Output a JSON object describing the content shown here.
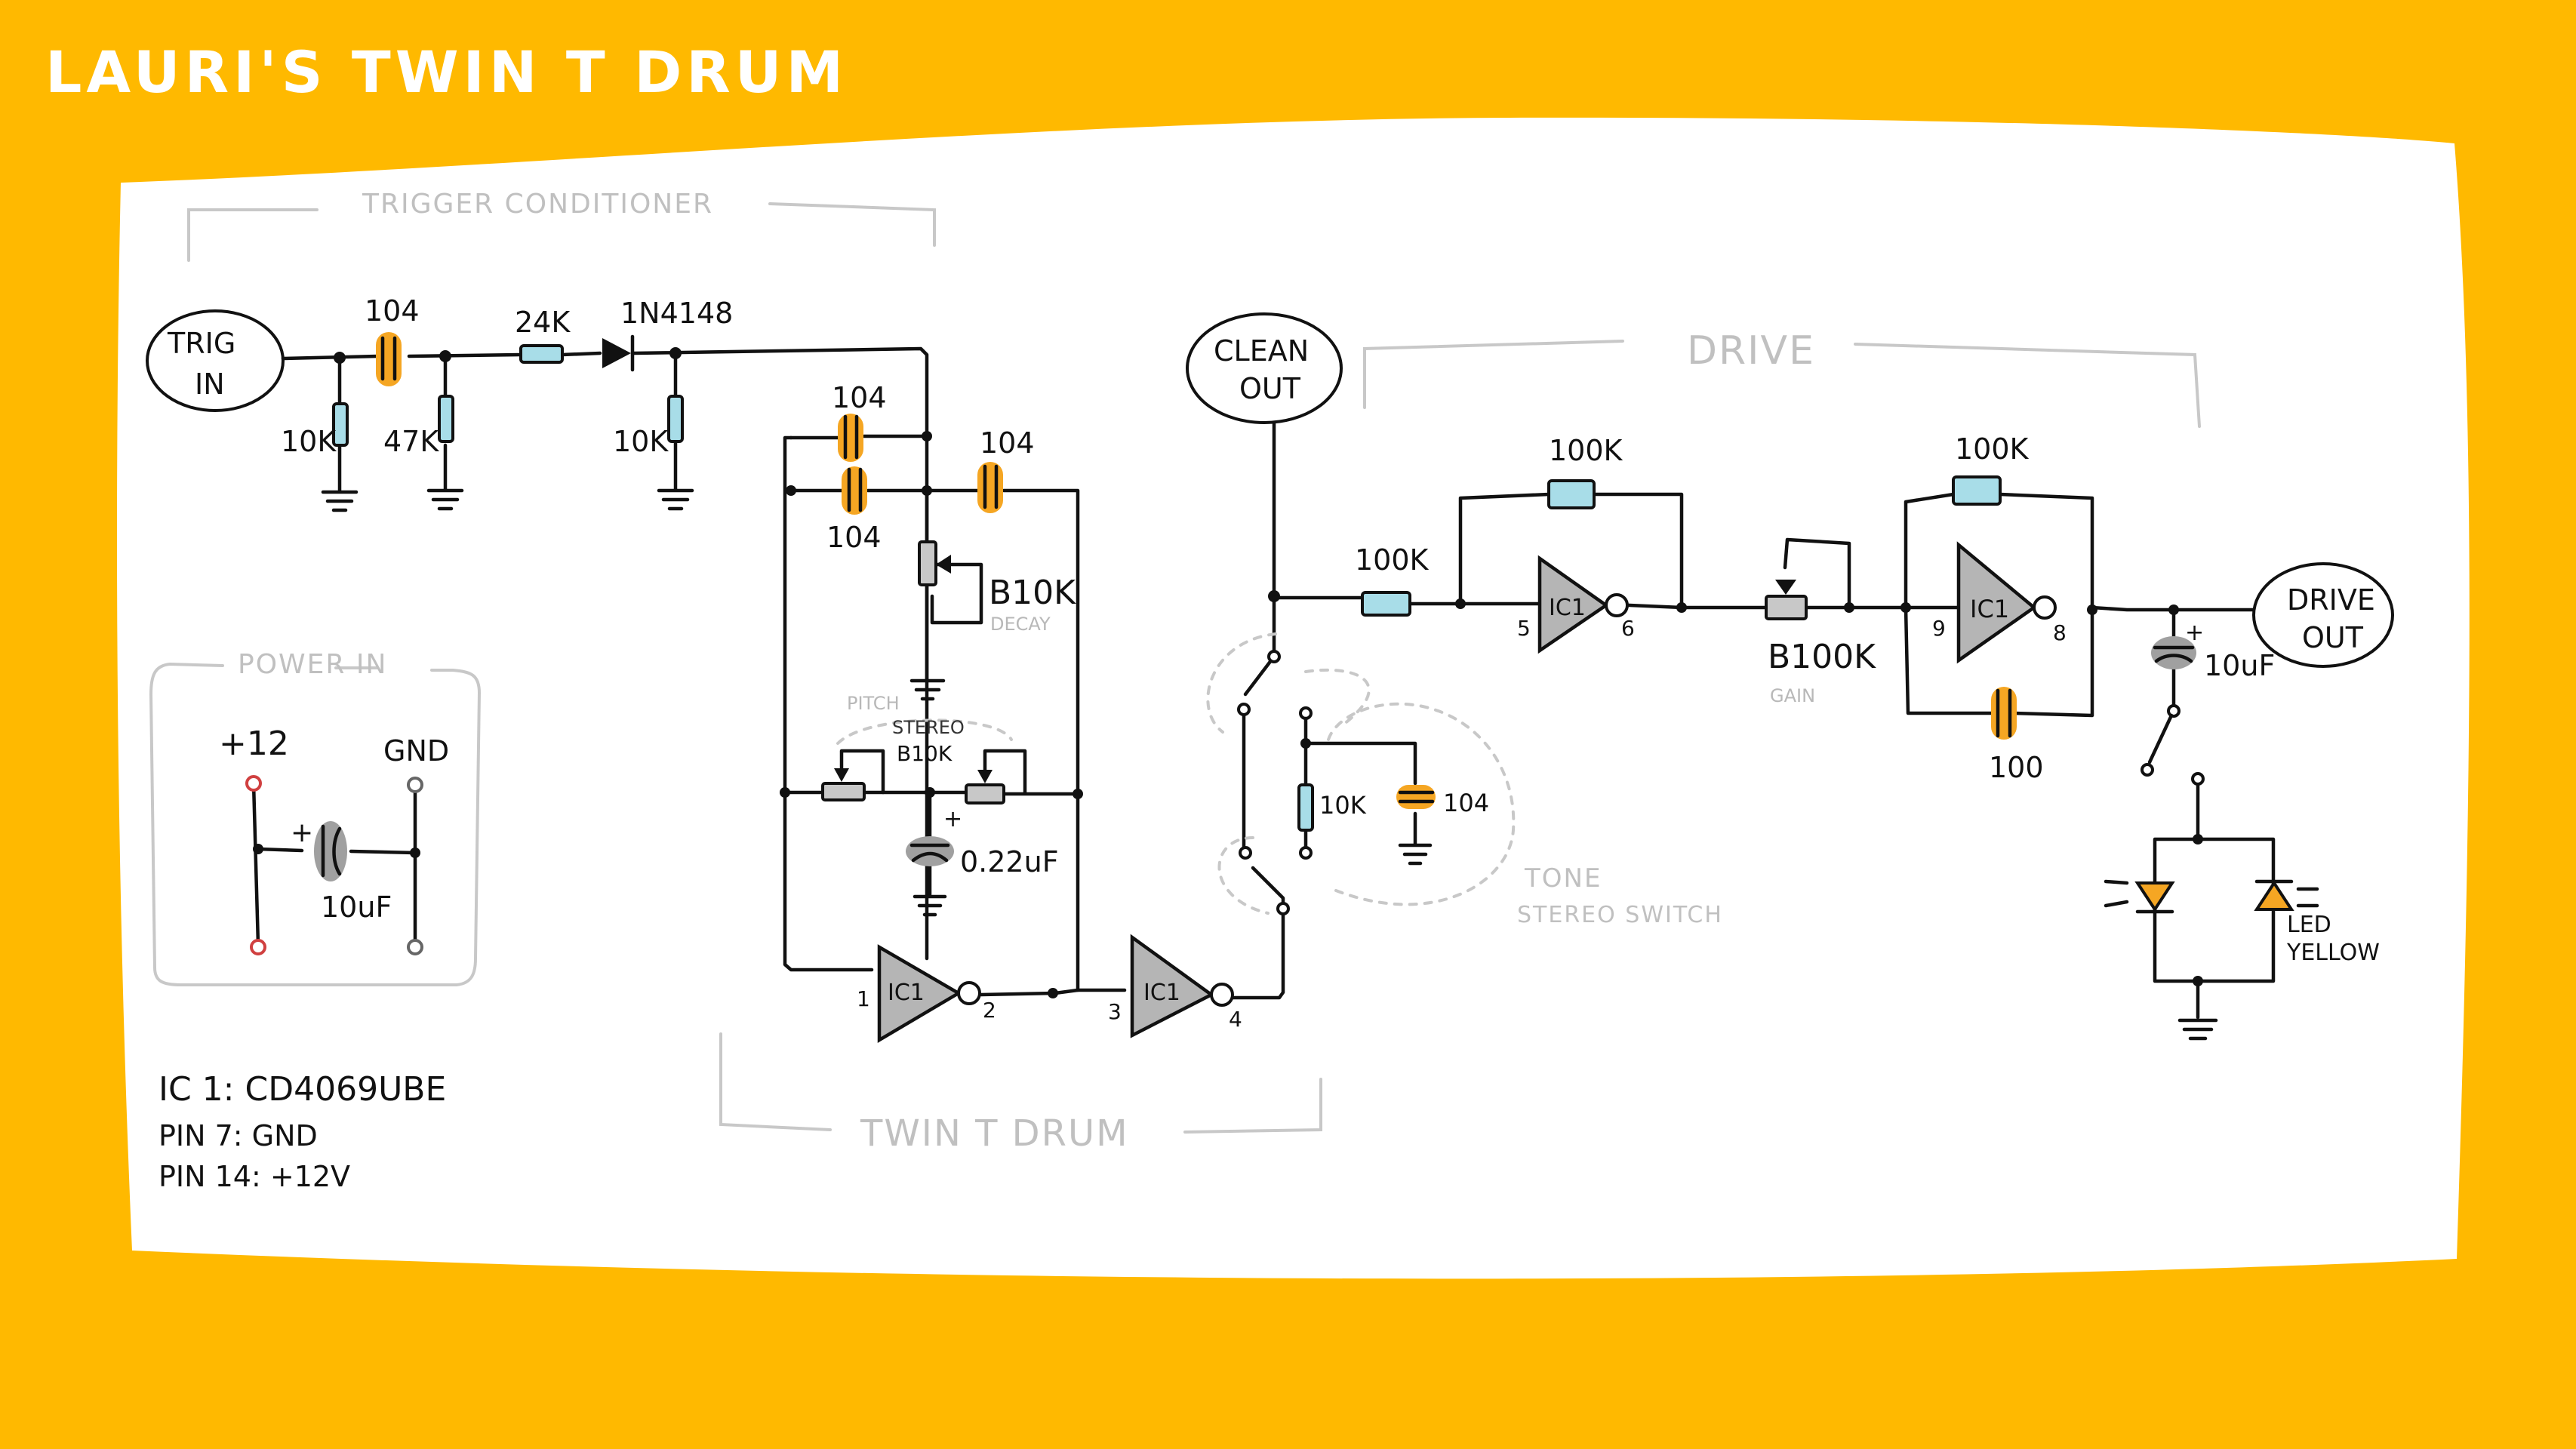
{
  "title": "LAURI'S TWIN T DRUM",
  "sections": {
    "trigger": "TRIGGER CONDITIONER",
    "twin_t": "TWIN T DRUM",
    "drive": "DRIVE",
    "power": "POWER IN"
  },
  "jacks": {
    "trig_in": [
      "TRIG",
      "IN"
    ],
    "clean_out": [
      "CLEAN",
      "OUT"
    ],
    "drive_out": [
      "DRIVE",
      "OUT"
    ]
  },
  "components": {
    "c_trig": "104",
    "r_trig_a": "10K",
    "r_trig_b": "47K",
    "r_series": "24K",
    "diode": "1N4148",
    "r_diode": "10K",
    "c_tt_top": "104",
    "c_tt_mid": "104",
    "c_tt_right": "104",
    "pot_decay": "B10K",
    "pot_decay_note": "DECAY",
    "pot_pitch_note": "PITCH",
    "pot_stereo_note": "STEREO",
    "pot_pitch": "B10K",
    "c_pitch": "0.22uF",
    "r_tone": "10K",
    "c_tone": "104",
    "tone_note": "TONE",
    "tone_note2": "STEREO SWITCH",
    "r_in_drive": "100K",
    "r_fb1": "100K",
    "pot_gain": "B100K",
    "pot_gain_note": "GAIN",
    "r_fb2": "100K",
    "c_fb2": "100",
    "c_out": "10uF",
    "led": "LED",
    "led_color": "YELLOW",
    "gate": "IC1",
    "pins": [
      "1",
      "2",
      "3",
      "4",
      "5",
      "6",
      "9",
      "8"
    ]
  },
  "power": {
    "plus": "+12",
    "gnd": "GND",
    "cap": "10uF"
  },
  "notes": [
    "IC 1: CD4069UBE",
    "PIN 7: GND",
    "PIN 14: +12V"
  ],
  "colors": {
    "background": "#FFB900",
    "board": "#FFFFFF",
    "resistor": "#A8DDE8",
    "capacitor": "#F5A623",
    "ink": "#111111"
  }
}
